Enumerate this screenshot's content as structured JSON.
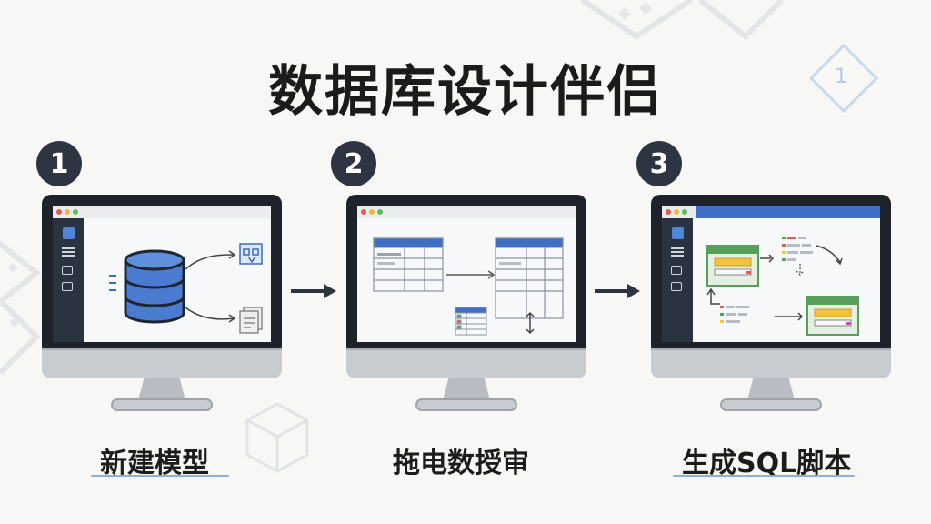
{
  "title": "数据库设计伴侣",
  "corner_badge": "1",
  "steps": [
    {
      "number": "1",
      "label": "新建模型"
    },
    {
      "number": "2",
      "label": "拖电数授审"
    },
    {
      "number": "3",
      "label": "生成SQL脚本"
    }
  ],
  "colors": {
    "badge": "#2d3442",
    "bezel": "#1e222b",
    "accent_blue": "#3f6fc6",
    "green": "#5a9e5c",
    "yellow": "#f2c23a"
  }
}
